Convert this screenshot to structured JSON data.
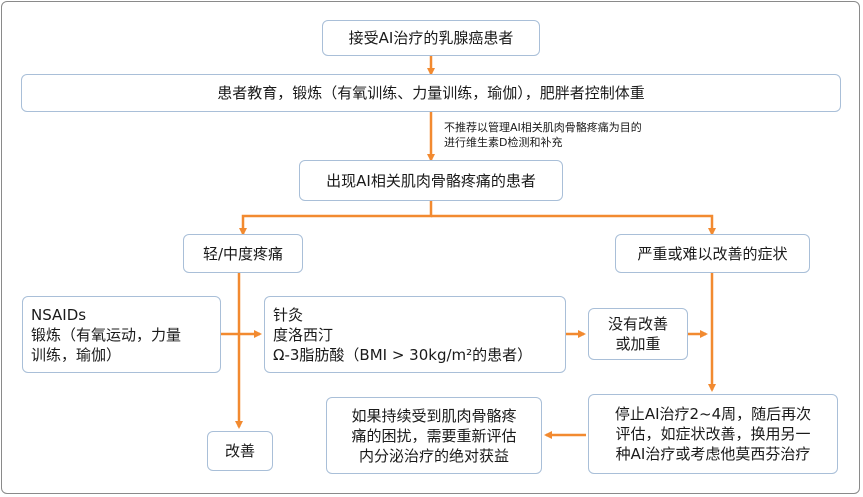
{
  "nodes": {
    "start": "接受AI治疗的乳腺癌患者",
    "education": "患者教育，锻炼（有氧训练、力量训练，瑜伽），肥胖者控制体重",
    "note": "不推荐以管理AI相关肌肉骨骼疼痛为目的\n进行维生素D检测和补充",
    "pain": "出现AI相关肌肉骨骼疼痛的患者",
    "mild": "轻/中度疼痛",
    "severe": "严重或难以改善的症状",
    "nsaids": "NSAIDs\n锻炼（有氧运动，力量\n训练，瑜伽）",
    "acupuncture": "针灸\n度洛西汀\nΩ-3脂肪酸（BMI > 30kg/m²的患者）",
    "no_improve": "没有改善\n或加重",
    "improve": "改善",
    "stop": "停止AI治疗2~4周，随后再次\n评估，如症状改善，换用另一\n种AI治疗或考虑他莫西芬治疗",
    "reassess": "如果持续受到肌肉骨骼疼\n痛的困扰，需要重新评估\n内分泌治疗的绝对获益"
  },
  "colors": {
    "arrow": "#f28a30",
    "border": "#a9bfd8"
  }
}
